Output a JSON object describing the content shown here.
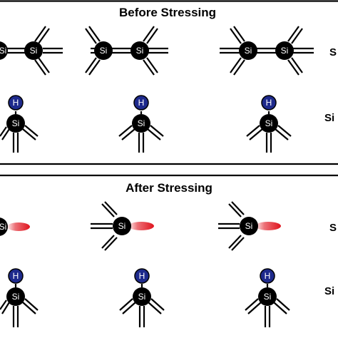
{
  "titles": {
    "before": "Before Stressing",
    "after": "After Stressing"
  },
  "atoms": {
    "si": "Si",
    "h": "H"
  },
  "side_labels": {
    "before_row1": "S",
    "before_row2": "Si",
    "after_row1": "S",
    "after_row2": "Si"
  },
  "colors": {
    "atom_si": "#000000",
    "atom_h": "#1e2a8c",
    "dangling_bond": "#e0141e",
    "frame": "#000000"
  }
}
